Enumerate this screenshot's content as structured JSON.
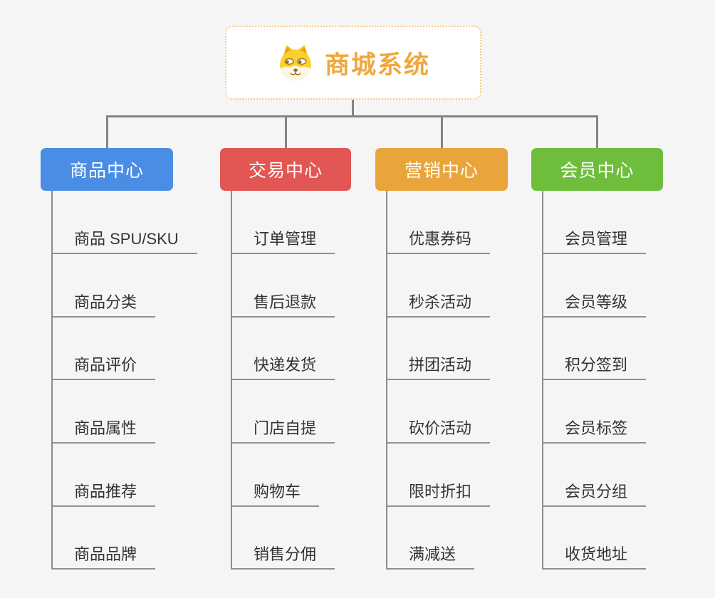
{
  "root": {
    "title": "商城系统",
    "icon": "doge-icon"
  },
  "branches": [
    {
      "label": "商品中心",
      "color": "#4a8de4",
      "items": [
        "商品 SPU/SKU",
        "商品分类",
        "商品评价",
        "商品属性",
        "商品推荐",
        "商品品牌"
      ]
    },
    {
      "label": "交易中心",
      "color": "#e25653",
      "items": [
        "订单管理",
        "售后退款",
        "快递发货",
        "门店自提",
        "购物车",
        "销售分佣"
      ]
    },
    {
      "label": "营销中心",
      "color": "#e9a53c",
      "items": [
        "优惠券码",
        "秒杀活动",
        "拼团活动",
        "砍价活动",
        "限时折扣",
        "满减送"
      ]
    },
    {
      "label": "会员中心",
      "color": "#6ebe3c",
      "items": [
        "会员管理",
        "会员等级",
        "积分签到",
        "会员标签",
        "会员分组",
        "收货地址"
      ]
    }
  ],
  "colors": {
    "background": "#f5f5f5",
    "root_border": "#f6c884",
    "root_title": "#f0a73d",
    "connector_line": "#848484",
    "leaf_underline": "#8f8f8f",
    "leaf_text": "#333333"
  }
}
